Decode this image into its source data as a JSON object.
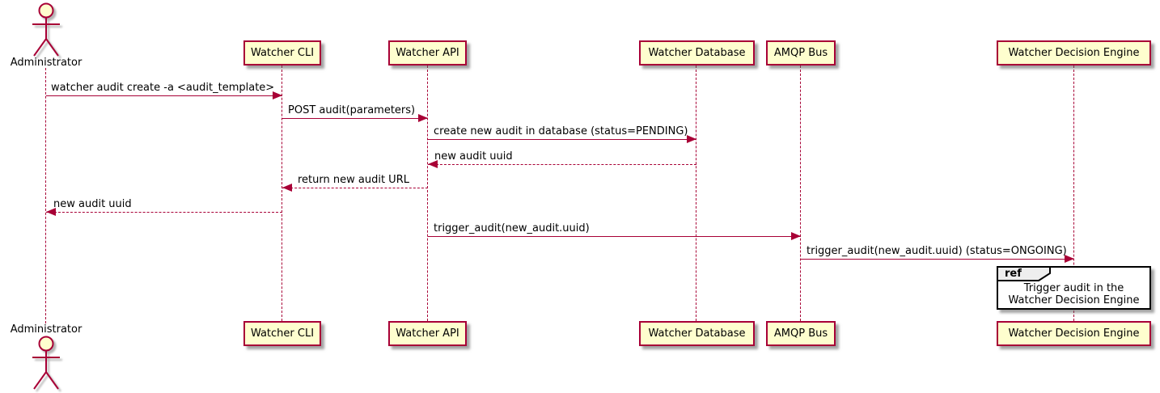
{
  "diagram_type": "sequence-diagram",
  "actor": {
    "label": "Administrator"
  },
  "participants": [
    {
      "label": "Watcher CLI"
    },
    {
      "label": "Watcher API"
    },
    {
      "label": "Watcher Database"
    },
    {
      "label": "AMQP Bus"
    },
    {
      "label": "Watcher Decision Engine"
    }
  ],
  "messages": [
    {
      "from": "Administrator",
      "to": "Watcher CLI",
      "label": "watcher audit create -a <audit_template>",
      "style": "solid"
    },
    {
      "from": "Watcher CLI",
      "to": "Watcher API",
      "label": "POST audit(parameters)",
      "style": "solid"
    },
    {
      "from": "Watcher API",
      "to": "Watcher Database",
      "label": "create new audit in database (status=PENDING)",
      "style": "solid"
    },
    {
      "from": "Watcher Database",
      "to": "Watcher API",
      "label": "new audit uuid",
      "style": "dashed"
    },
    {
      "from": "Watcher API",
      "to": "Watcher CLI",
      "label": "return new audit URL",
      "style": "dashed"
    },
    {
      "from": "Watcher CLI",
      "to": "Administrator",
      "label": "new audit uuid",
      "style": "dashed"
    },
    {
      "from": "Watcher API",
      "to": "AMQP Bus",
      "label": "trigger_audit(new_audit.uuid)",
      "style": "solid"
    },
    {
      "from": "AMQP Bus",
      "to": "Watcher Decision Engine",
      "label": "trigger_audit(new_audit.uuid) (status=ONGOING)",
      "style": "solid"
    }
  ],
  "ref": {
    "tag": "ref",
    "over": "Watcher Decision Engine",
    "lines": [
      "Trigger audit in the",
      "Watcher Decision Engine"
    ]
  },
  "colors": {
    "stroke": "#A80036",
    "participant_fill": "#FEFECE",
    "text": "#000000",
    "ref_tab_fill": "#EEEEEE",
    "ref_border": "#000000",
    "background": "#FFFFFF"
  }
}
